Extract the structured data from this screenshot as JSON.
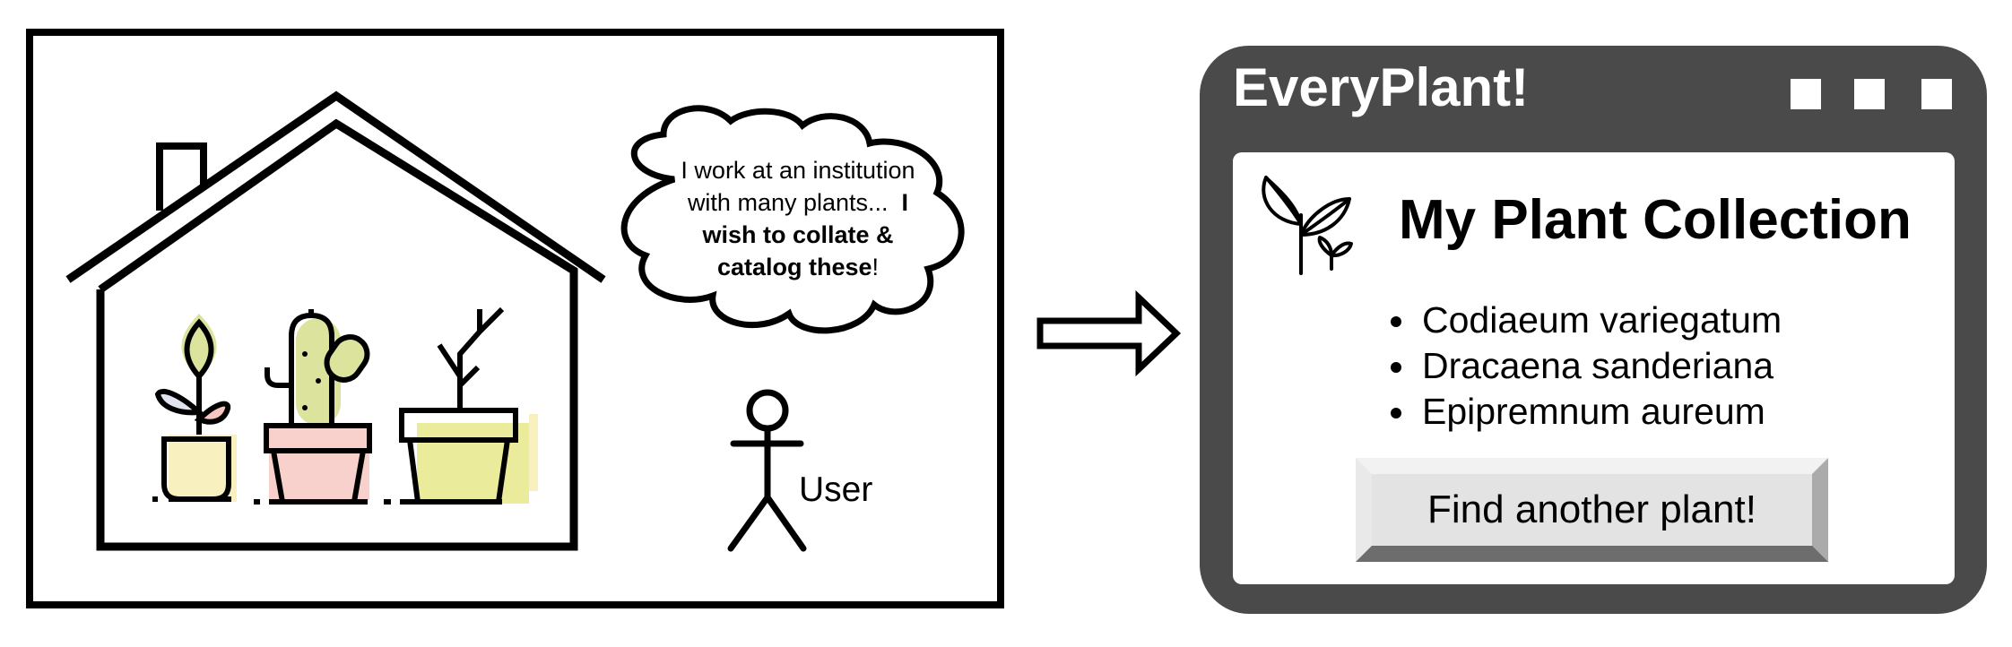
{
  "left_panel": {
    "speech_bubble": {
      "text_plain": "I work at an institution with many plants...",
      "text_bold": "I wish to collate & catalog these",
      "text_end": "!"
    },
    "user_label": "User"
  },
  "app_window": {
    "app_title": "EveryPlant!",
    "page_title": "My Plant Collection",
    "plants": [
      "Codiaeum variegatum",
      "Dracaena sanderiana",
      "Epipremnum aureum"
    ],
    "button_label": "Find another plant!",
    "colors": {
      "frame": "#4a4a4a",
      "content": "#ffffff",
      "button_face": "#e3e3e3"
    }
  },
  "colors": {
    "pot_yellow": "#f9f0bf",
    "pot_pink": "#f8d0cc",
    "leaf_green": "#dbe39c"
  },
  "icons": [
    "house-icon",
    "potted-plant-icon",
    "cactus-icon",
    "bare-branch-plant-icon",
    "stick-figure-icon",
    "arrow-right-icon",
    "sprout-leaves-icon"
  ]
}
